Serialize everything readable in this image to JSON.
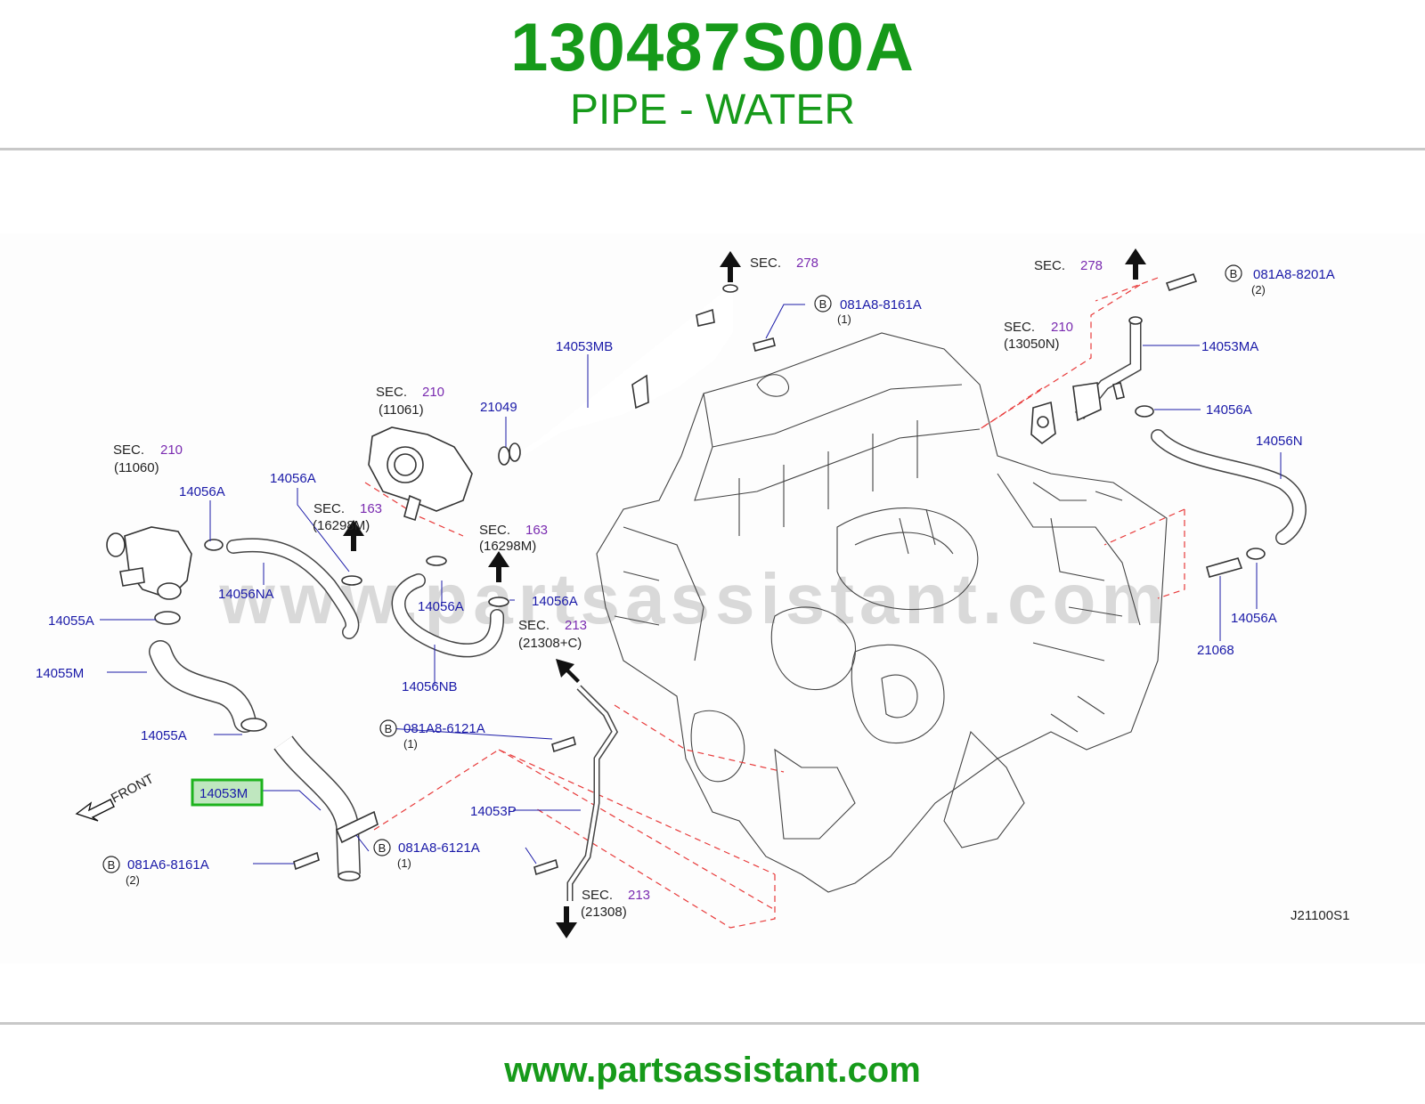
{
  "header": {
    "part_number": "130487S00A",
    "part_description": "PIPE - WATER"
  },
  "footer": {
    "website": "www.partsassistant.com"
  },
  "diagram": {
    "watermark": "www.partsassistant.com",
    "diagram_code": "J21100S1",
    "front_label": "FRONT",
    "highlight_color": "#1db31d",
    "title_color": "#169a1a",
    "part_label_color": "#1a1aa8",
    "section_number_color": "#7a2bb0",
    "section_word": "SEC.",
    "bolt_badge": "B",
    "highlighted_part": "14053M",
    "part_labels": [
      "14053MB",
      "14053MA",
      "21049",
      "14056A",
      "14056N",
      "14056A",
      "14056A",
      "14056NA",
      "14055A",
      "14055M",
      "14055A",
      "14056A",
      "14056NB",
      "14056A",
      "14053P",
      "21068",
      "14056A"
    ],
    "section_refs": [
      {
        "id": "sec-278-a",
        "number": "278",
        "sub": ""
      },
      {
        "id": "sec-278-b",
        "number": "278",
        "sub": ""
      },
      {
        "id": "sec-210-a",
        "number": "210",
        "sub": "(13050N)"
      },
      {
        "id": "sec-210-b",
        "number": "210",
        "sub": "(11061)"
      },
      {
        "id": "sec-210-c",
        "number": "210",
        "sub": "(11060)"
      },
      {
        "id": "sec-163-a",
        "number": "163",
        "sub": "(16298M)"
      },
      {
        "id": "sec-163-b",
        "number": "163",
        "sub": "(16298M)"
      },
      {
        "id": "sec-213-a",
        "number": "213",
        "sub": "(21308+C)"
      },
      {
        "id": "sec-213-b",
        "number": "213",
        "sub": "(21308)"
      }
    ],
    "bolts": [
      {
        "code": "081A8-8201A",
        "qty": "(2)"
      },
      {
        "code": "081A8-8161A",
        "qty": "(1)"
      },
      {
        "code": "081A8-6121A",
        "qty": "(1)"
      },
      {
        "code": "081A8-6121A",
        "qty": "(1)"
      },
      {
        "code": "081A6-8161A",
        "qty": "(2)"
      }
    ]
  }
}
